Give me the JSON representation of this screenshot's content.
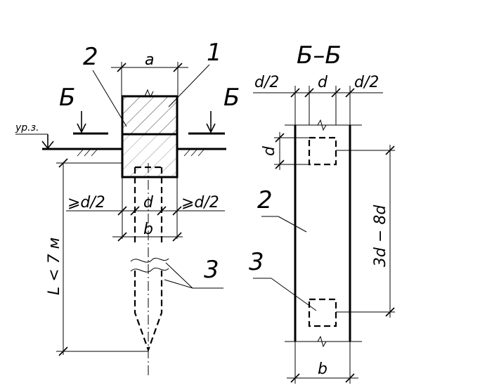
{
  "labels": {
    "a": "a",
    "b": "b",
    "d": "d",
    "d_half": "d/2",
    "ge_d_half": "⩾d/2",
    "length": "L < 7 м",
    "spacing": "3d − 8d",
    "ground_level": "ур.з.",
    "section_letter": "Б",
    "section_title": "Б–Б",
    "item_1": "1",
    "item_2": "2",
    "item_3": "3"
  }
}
